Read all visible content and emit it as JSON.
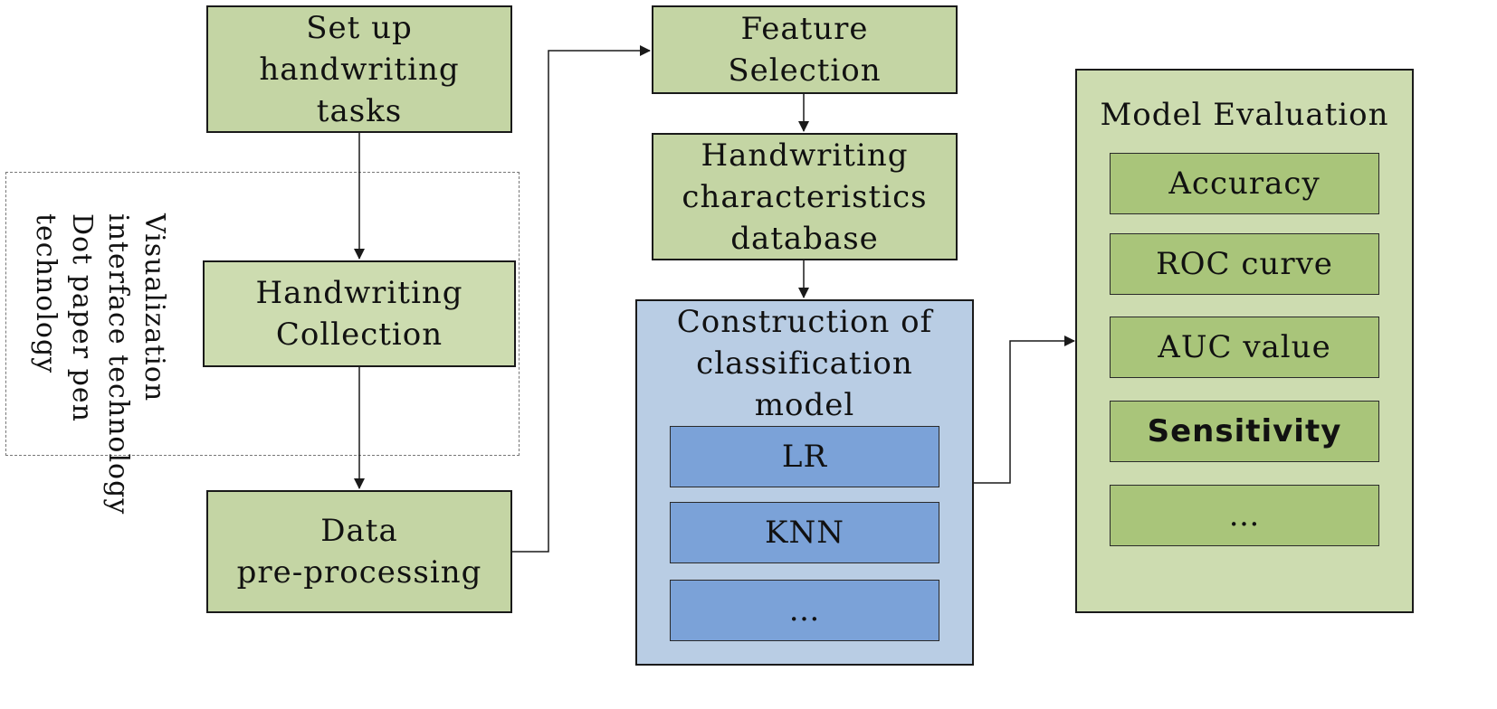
{
  "nodes": {
    "setup": [
      "Set up",
      "handwriting",
      "tasks"
    ],
    "collection": [
      "Handwriting",
      "Collection"
    ],
    "preprocessing": [
      "Data",
      "pre-processing"
    ],
    "feature": [
      "Feature",
      "Selection"
    ],
    "database": [
      "Handwriting",
      "characteristics",
      "database"
    ],
    "classification": {
      "title": [
        "Construction of",
        "classification",
        "model"
      ],
      "items": [
        "LR",
        "KNN",
        "…"
      ]
    },
    "evaluation": {
      "title": "Model Evaluation",
      "items": [
        "Accuracy",
        "ROC curve",
        "AUC value",
        "Sensitivity",
        "…"
      ]
    }
  },
  "side_note": [
    "Visualization",
    "interface technology",
    "Dot paper pen",
    "technology"
  ],
  "colors": {
    "green_box": "#c4d5a4",
    "green_item": "#a9c57a",
    "blue_panel": "#b9cde4",
    "blue_item": "#7ba2d8",
    "line": "#1a1a1a"
  }
}
